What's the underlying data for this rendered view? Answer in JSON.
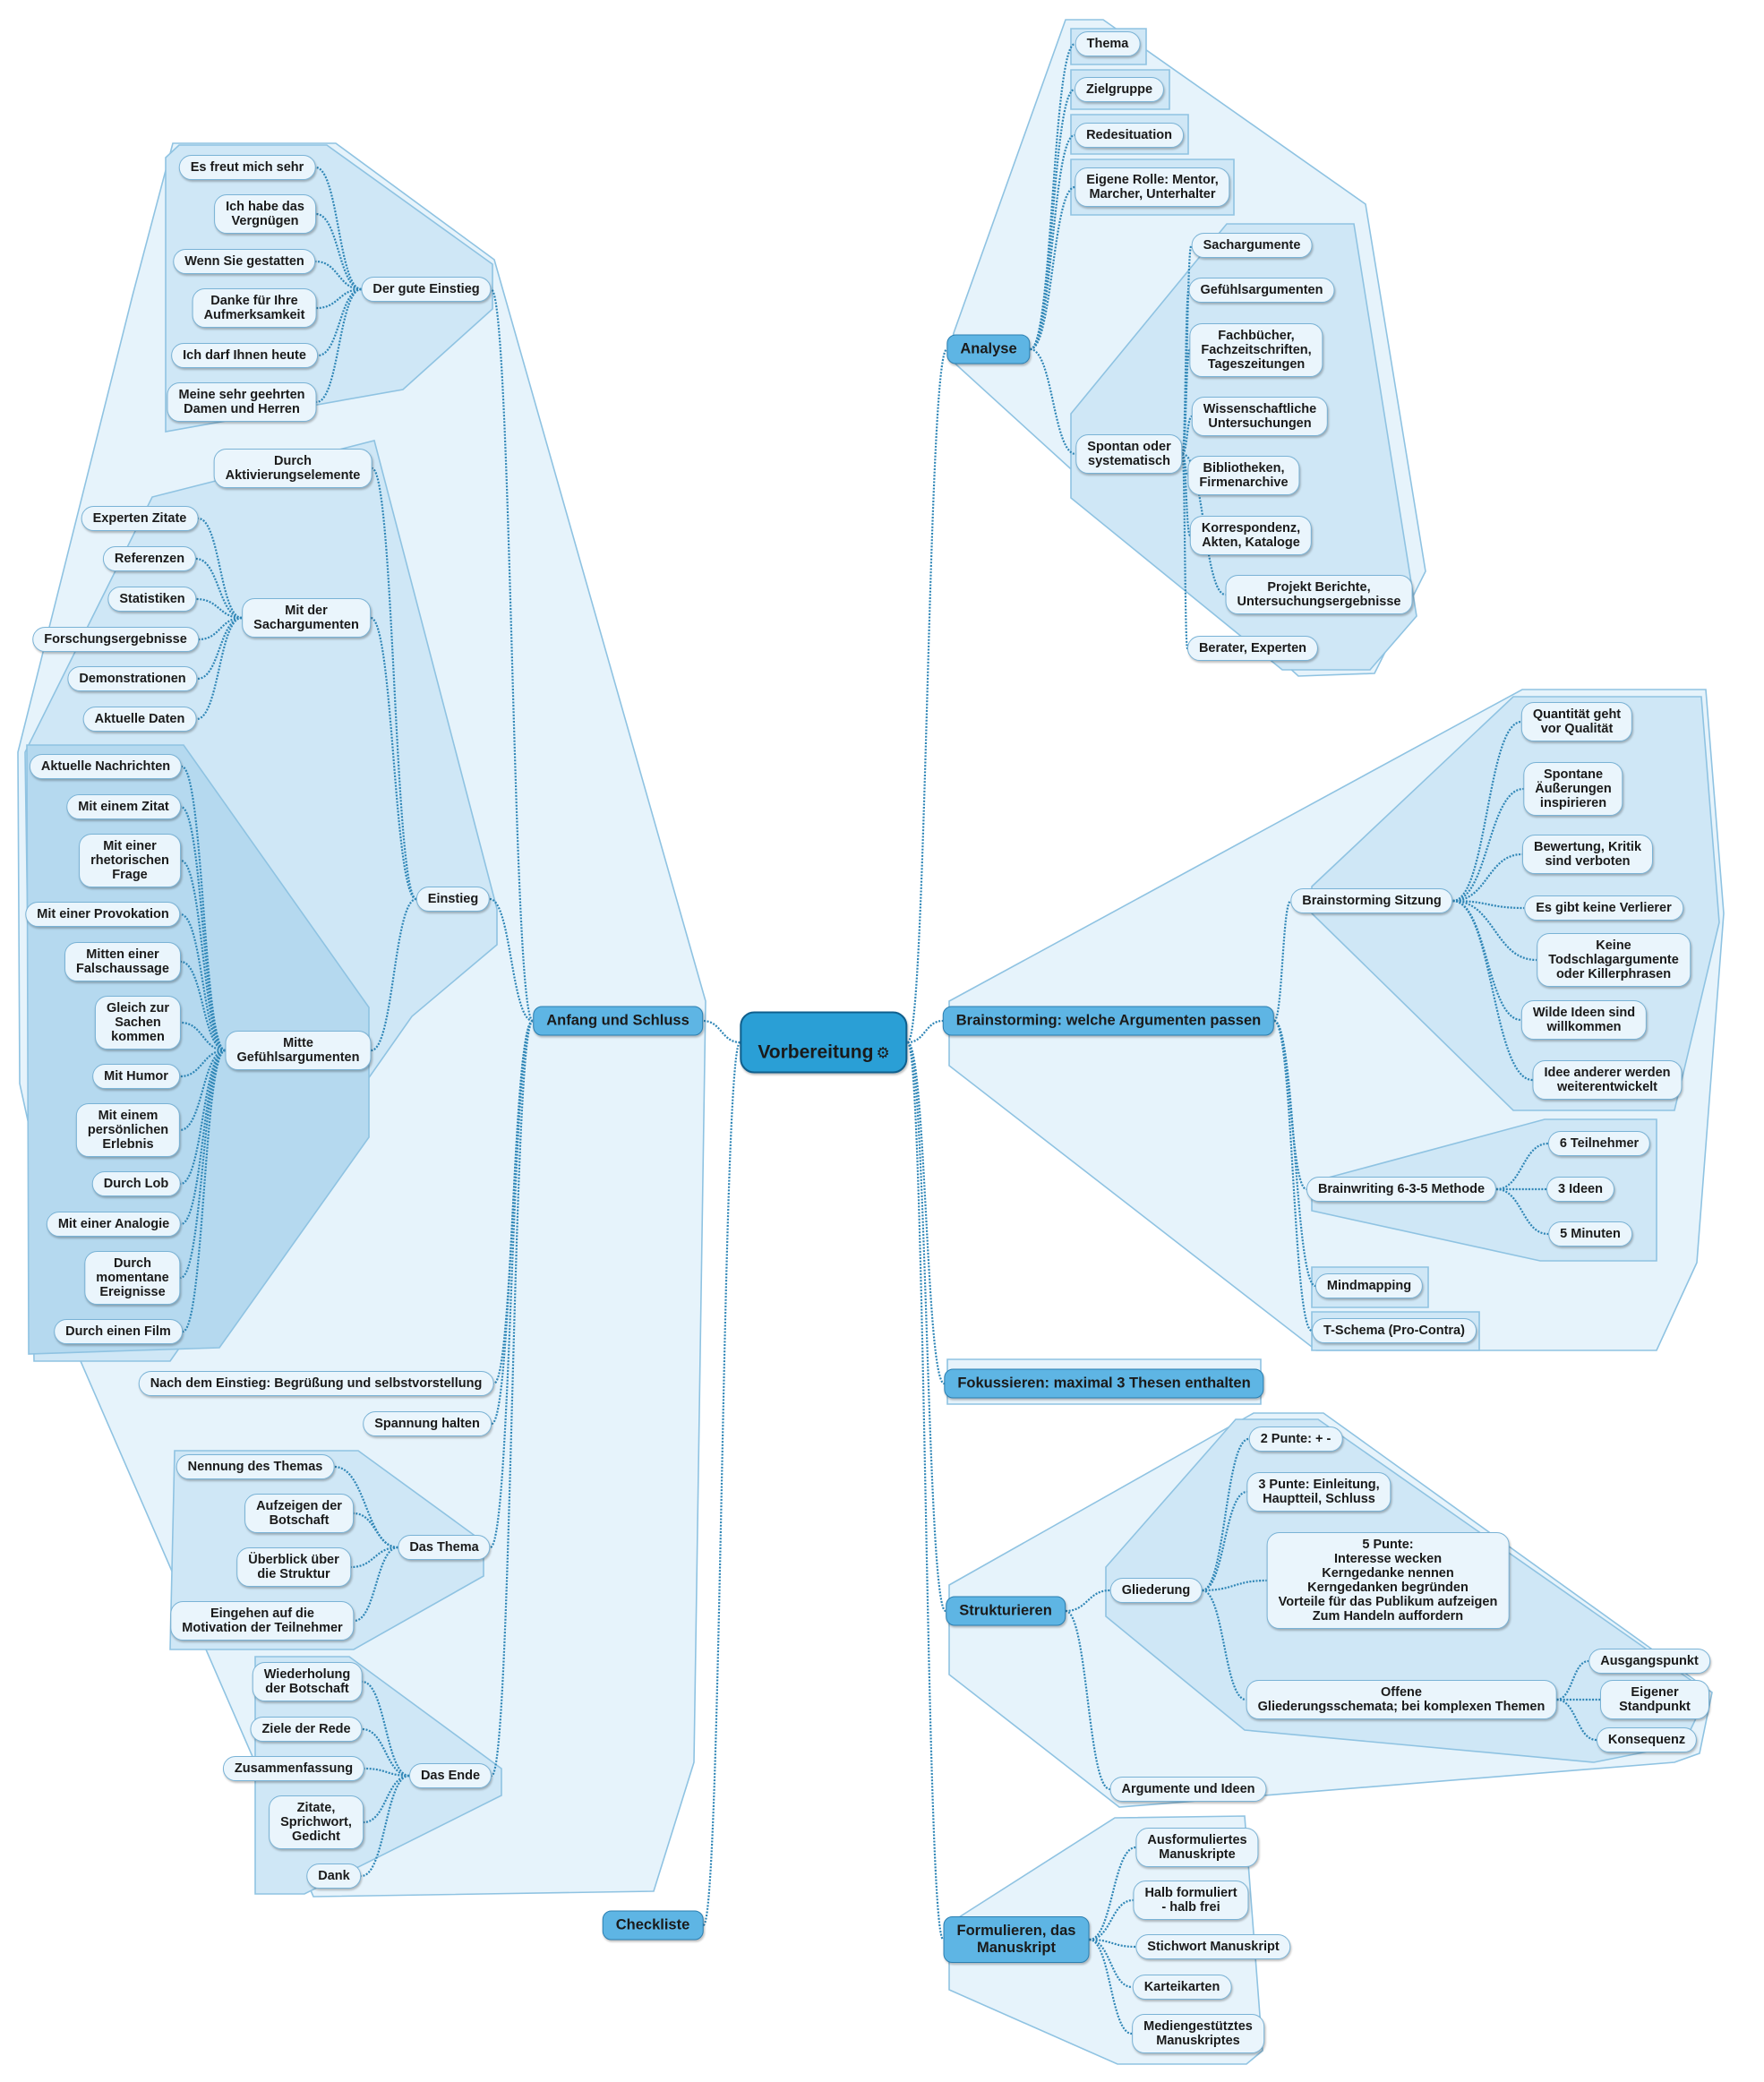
{
  "root": "Vorbereitung",
  "colors": {
    "root_fill": "#2a9fd6",
    "topic_fill": "#5eb5e4",
    "subtopic_fill": "#eaf5fc",
    "connector": "#2f86b6",
    "boundary_outer": "#e6f3fb",
    "boundary_inner": "#cfe7f6"
  },
  "icons": {
    "root": "gear-icon"
  },
  "nodes": {
    "analyse": "Analyse",
    "thema": "Thema",
    "zielgruppe": "Zielgruppe",
    "redesituation": "Redesituation",
    "eigene_rolle": "Eigene Rolle: Mentor,\nMarcher, Unterhalter",
    "spontan": "Spontan oder\nsystematisch",
    "sachargumente": "Sachargumente",
    "gefuehlsargumenten": "Gefühlsargumenten",
    "fachbuecher": "Fachbücher,\nFachzeitschriften,\nTageszeitungen",
    "wissenschaftliche": "Wissenschaftliche\nUntersuchungen",
    "bibliotheken": "Bibliotheken,\nFirmenarchive",
    "korrespondenz": "Korrespondenz,\nAkten, Kataloge",
    "projekt": "Projekt Berichte,\nUntersuchungsergebnisse",
    "berater": "Berater, Experten",
    "brainstorming": "Brainstorming: welche Argumenten passen",
    "bs_sitzung": "Brainstorming Sitzung",
    "quantitaet": "Quantität geht\nvor Qualität",
    "spontane": "Spontane\nÄußerungen\ninspirieren",
    "bewertung": "Bewertung, Kritik\nsind verboten",
    "verlierer": "Es gibt keine Verlierer",
    "todschlag": "Keine Todschlagargumente\noder Killerphrasen",
    "wilde": "Wilde Ideen sind\nwillkommen",
    "idee_anderer": "Idee anderer werden\nweiterentwickelt",
    "brainwriting": "Brainwriting 6-3-5 Methode",
    "teilnehmer6": "6 Teilnehmer",
    "ideen3": "3 Ideen",
    "minuten5": "5 Minuten",
    "mindmapping": "Mindmapping",
    "tschema": "T-Schema (Pro-Contra)",
    "fokussieren": "Fokussieren: maximal 3 Thesen enthalten",
    "strukturieren": "Strukturieren",
    "gliederung": "Gliederung",
    "punkte2": "2 Punte: + -",
    "punkte3": "3 Punte: Einleitung,\nHauptteil, Schluss",
    "punkte5": "5 Punte:\nInteresse wecken\nKerngedanke nennen\nKerngedanken begründen\nVorteile für das Publikum aufzeigen\nZum Handeln auffordern",
    "offene": "Offene\nGliederungsschemata; bei komplexen Themen",
    "ausgangspunkt": "Ausgangspunkt",
    "standpunkt": "Eigener Standpunkt",
    "konsequenz": "Konsequenz",
    "argumente_ideen": "Argumente und Ideen",
    "formulieren": "Formulieren, das\nManuskript",
    "ausformuliert": "Ausformuliertes\nManuskripte",
    "halb": "Halb formuliert\n- halb frei",
    "stichwort": "Stichwort Manuskript",
    "karteikarten": "Karteikarten",
    "mediengestuetzt": "Mediengestütztes\nManuskriptes",
    "anfang": "Anfang und Schluss",
    "gute_einstieg": "Der gute Einstieg",
    "freut": "Es freut mich sehr",
    "vergnuegen": "Ich habe das\nVergnügen",
    "gestatten": "Wenn Sie gestatten",
    "danke": "Danke für Ihre\nAufmerksamkeit",
    "darf": "Ich darf Ihnen heute",
    "damen": "Meine sehr geehrten\nDamen und Herren",
    "einstieg": "Einstieg",
    "aktivierung": "Durch\nAktivierungselemente",
    "mit_sach": "Mit der\nSachargumenten",
    "experten": "Experten Zitate",
    "referenzen": "Referenzen",
    "statistiken": "Statistiken",
    "forschung": "Forschungsergebnisse",
    "demonstrationen": "Demonstrationen",
    "aktuelle_daten": "Aktuelle Daten",
    "mitte_gefuehl": "Mitte\nGefühlsargumenten",
    "nachrichten": "Aktuelle Nachrichten",
    "zitat": "Mit einem Zitat",
    "rhetorisch": "Mit einer\nrhetorischen\nFrage",
    "provokation": "Mit einer Provokation",
    "falsch": "Mitten einer\nFalschaussage",
    "gleich": "Gleich zur\nSachen\nkommen",
    "humor": "Mit Humor",
    "erlebnis": "Mit einem\npersönlichen\nErlebnis",
    "lob": "Durch Lob",
    "analogie": "Mit einer Analogie",
    "momentane": "Durch\nmomentane\nEreignisse",
    "film": "Durch einen Film",
    "nach_einstieg": "Nach dem Einstieg: Begrüßung und selbstvorstellung",
    "spannung": "Spannung halten",
    "das_thema": "Das Thema",
    "nennung": "Nennung des Themas",
    "aufzeigen": "Aufzeigen der\nBotschaft",
    "ueberblick": "Überblick über\ndie Struktur",
    "eingehen": "Eingehen auf die\nMotivation der Teilnehmer",
    "das_ende": "Das Ende",
    "wiederholung": "Wiederholung\nder Botschaft",
    "ziele": "Ziele der Rede",
    "zusammenfassung": "Zusammenfassung",
    "zitate": "Zitate,\nSprichwort,\nGedicht",
    "dank": "Dank",
    "checkliste": "Checkliste"
  }
}
